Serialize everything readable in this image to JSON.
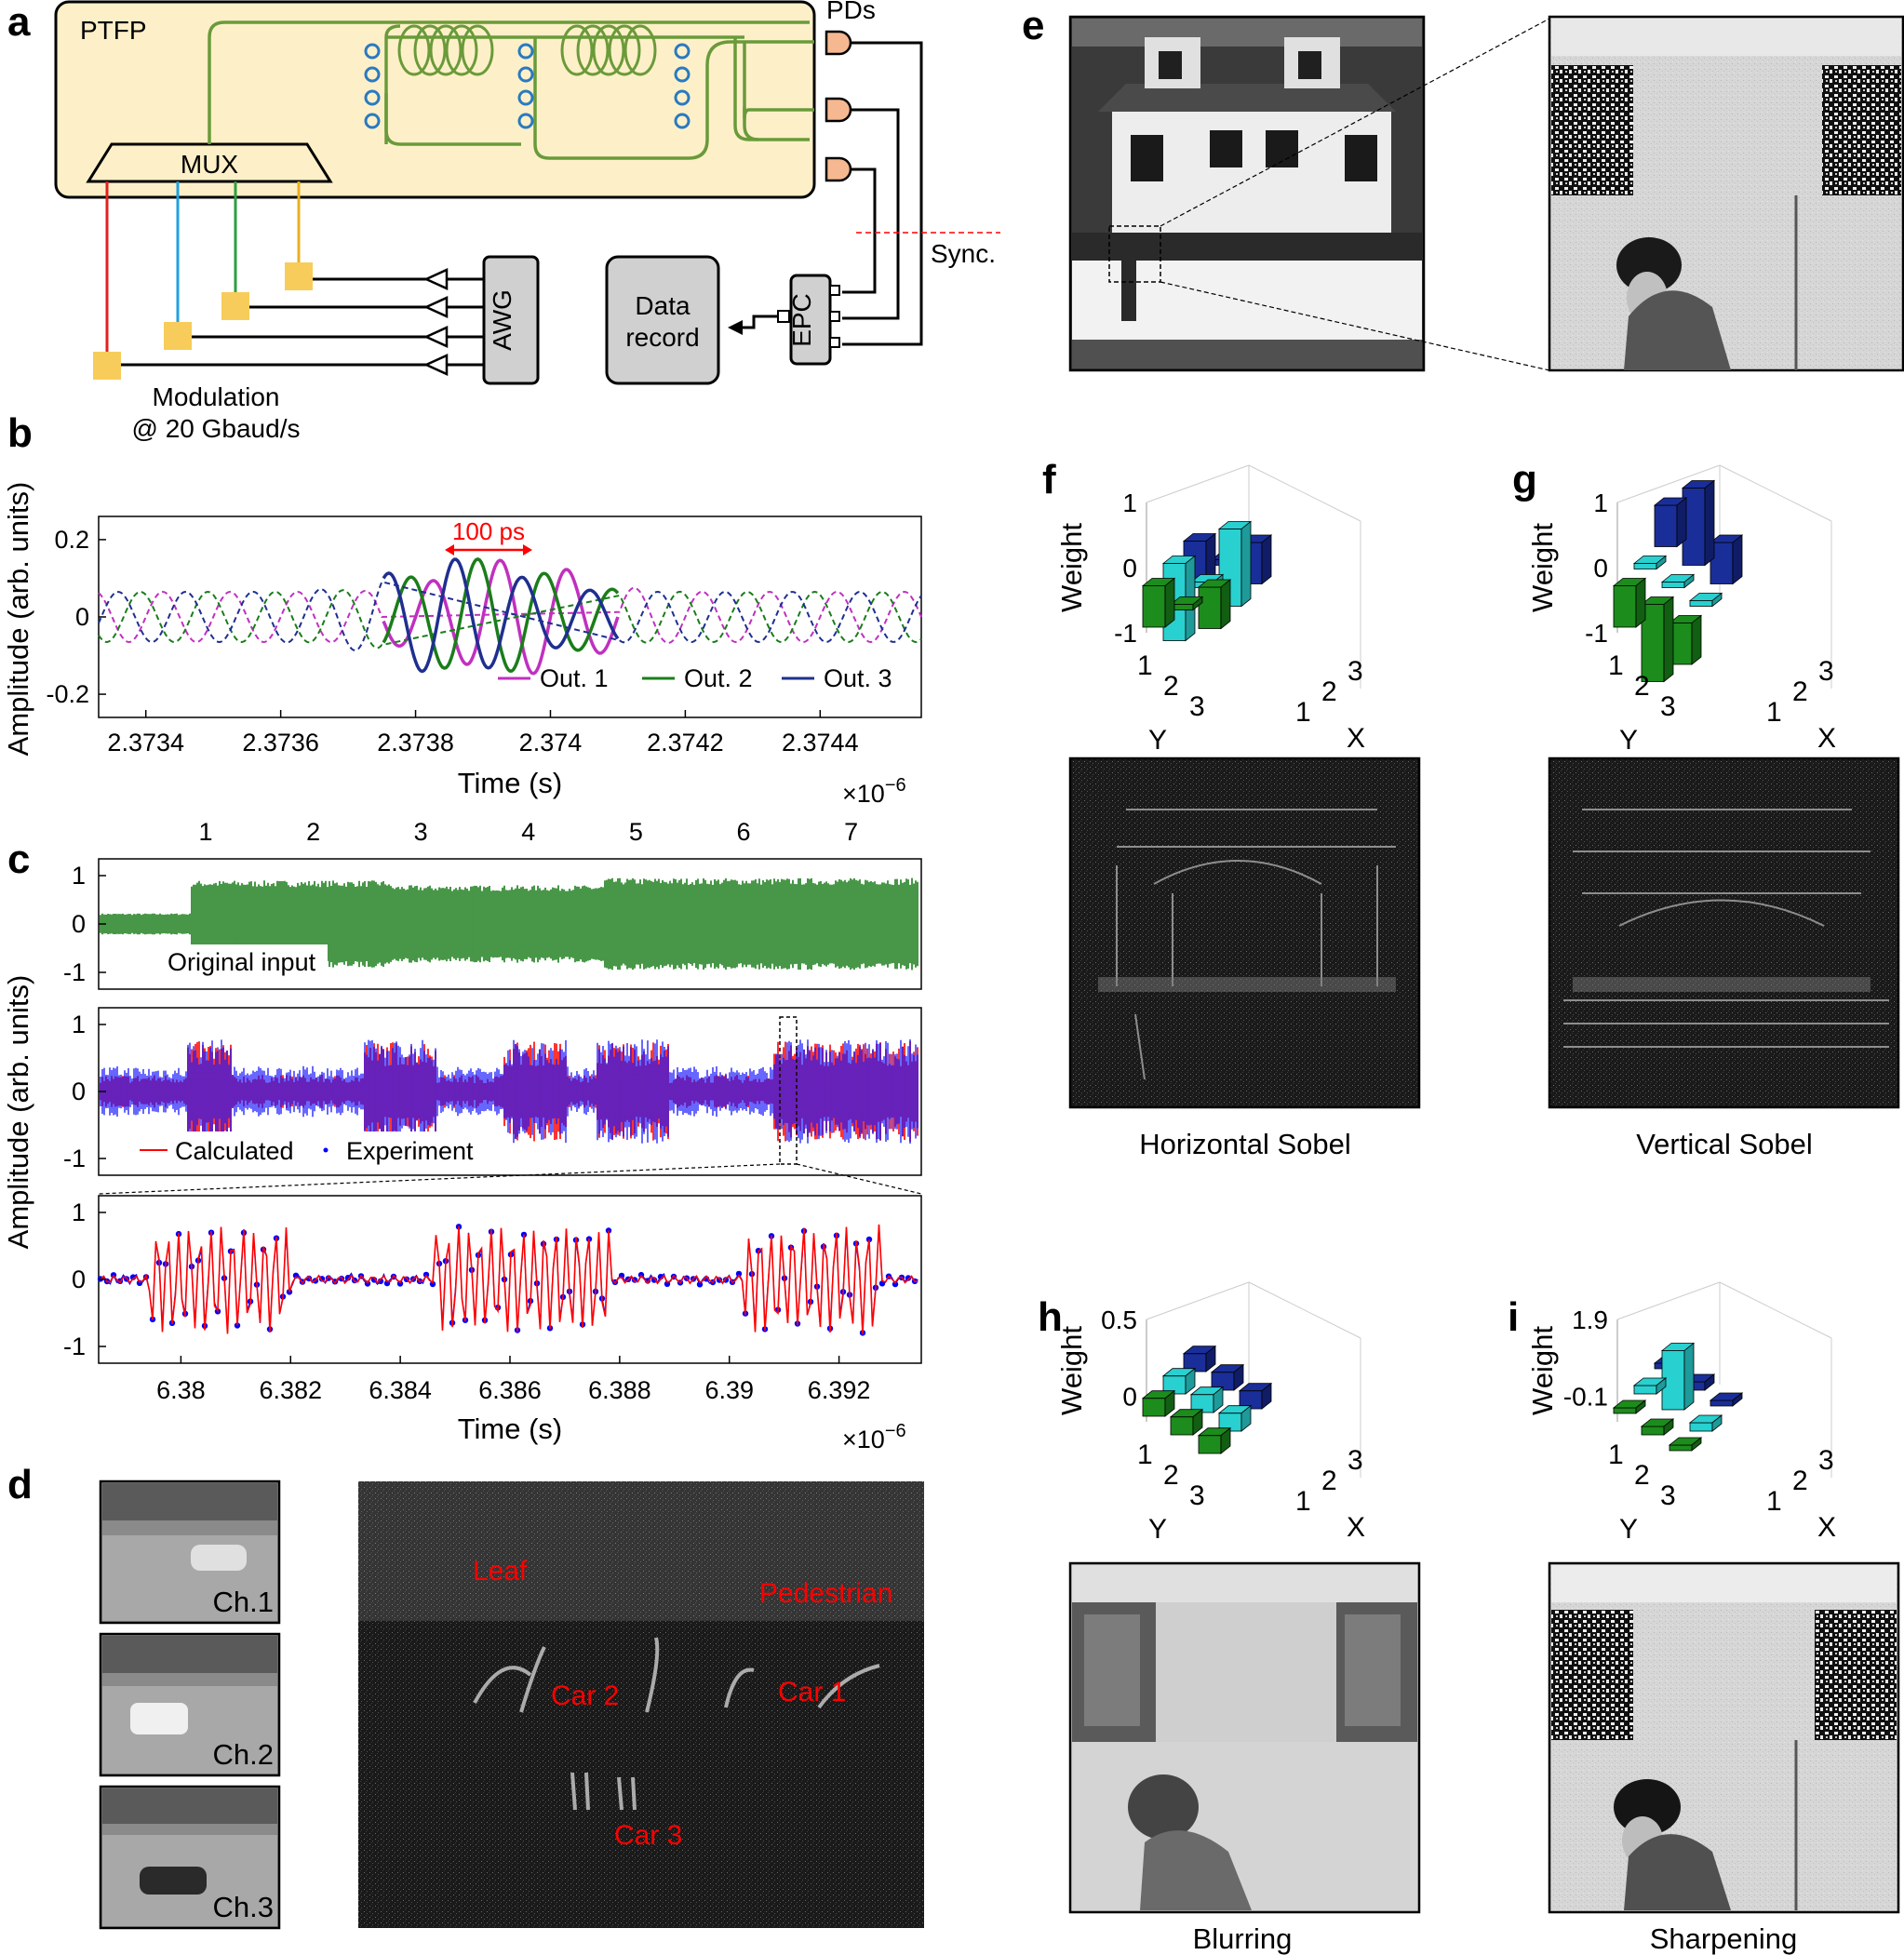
{
  "panel_labels": [
    "a",
    "b",
    "c",
    "d",
    "e",
    "f",
    "g",
    "h",
    "i"
  ],
  "colors": {
    "magenta": "#c030c0",
    "green": "#1a7d1a",
    "navy": "#1f2f8f",
    "red": "#ff0000",
    "blue": "#0000ff",
    "chip": "#fdf0c8",
    "cyan": "#29d0d0",
    "dark_blue": "#1a2e99",
    "bar_green": "#1c8c1c"
  },
  "schematic": {
    "chip_label": "PTFP",
    "mux_label": "MUX",
    "pds_label": "PDs",
    "awg_label": "AWG",
    "epc_label": "EPC",
    "data_record_line1": "Data",
    "data_record_line2": "record",
    "sync_label": "Sync.",
    "modulation_line1": "Modulation",
    "modulation_line2": "@ 20 Gbaud/s",
    "icons": [
      "ring-resonator-icon",
      "spiral-delay-icon",
      "photodetector-icon",
      "amplifier-triangle-icon",
      "modulator-square-icon"
    ]
  },
  "chart_b": {
    "type": "line",
    "ylabel": "Amplitude (arb. units)",
    "xlabel": "Time (s)",
    "exponent": "×10",
    "exponent_power": "−6",
    "annotation": "100 ps",
    "xlim": [
      2.37333,
      2.37455
    ],
    "ylim": [
      -0.26,
      0.26
    ],
    "xticks": [
      "2.3734",
      "2.3736",
      "2.3738",
      "2.374",
      "2.3742",
      "2.3744"
    ],
    "xtick_values": [
      2.3734,
      2.3736,
      2.3738,
      2.374,
      2.3742,
      2.3744
    ],
    "yticks": [
      "0.2",
      "0",
      "-0.2"
    ],
    "ytick_values": [
      0.2,
      0,
      -0.2
    ],
    "series": [
      {
        "name": "Out. 1",
        "pulse_center": 2.37395,
        "color": "#c030c0"
      },
      {
        "name": "Out. 2",
        "pulse_center": 2.3739,
        "color": "#1a7d1a"
      },
      {
        "name": "Out. 3",
        "pulse_center": 2.37385,
        "color": "#1f2f8f"
      }
    ],
    "legend": [
      "Out. 1",
      "Out. 2",
      "Out. 3"
    ]
  },
  "chart_c": {
    "ylabel": "Amplitude (arb. units)",
    "xlabel": "Time (s)",
    "exponent": "×10",
    "exponent_power": "−6",
    "top_ticks": [
      "1",
      "2",
      "3",
      "4",
      "5",
      "6",
      "7"
    ],
    "top_tick_values": [
      1,
      2,
      3,
      4,
      5,
      6,
      7
    ],
    "yticks": [
      "1",
      "0",
      "-1"
    ],
    "panel1_label": "Original input",
    "legend": [
      "Calculated",
      "Experiment"
    ],
    "zoom_xlim": [
      6.3785,
      6.3935
    ],
    "zoom_xticks": [
      "6.38",
      "6.382",
      "6.384",
      "6.386",
      "6.388",
      "6.39",
      "6.392"
    ],
    "zoom_xtick_values": [
      6.38,
      6.382,
      6.384,
      6.386,
      6.388,
      6.39,
      6.392
    ]
  },
  "panel_d": {
    "channels": [
      "Ch.1",
      "Ch.2",
      "Ch.3"
    ],
    "labels": [
      "Leaf",
      "Pedestrian",
      "Car 2",
      "Car 1",
      "Car 3"
    ]
  },
  "kernels": [
    {
      "id": "f",
      "yticks": [
        "1",
        "0",
        "-1"
      ],
      "zlabel": "Weight",
      "caption": "Horizontal Sobel",
      "ylabel": "Y",
      "xlabel": "X",
      "axis_ticks": [
        "1",
        "2",
        "3"
      ],
      "weights": [
        [
          -1,
          0,
          1
        ],
        [
          -2,
          0,
          2
        ],
        [
          -1,
          0,
          1
        ]
      ]
    },
    {
      "id": "g",
      "yticks": [
        "1",
        "0",
        "-1"
      ],
      "zlabel": "Weight",
      "caption": "Vertical Sobel",
      "ylabel": "Y",
      "xlabel": "X",
      "axis_ticks": [
        "1",
        "2",
        "3"
      ],
      "weights": [
        [
          1,
          2,
          1
        ],
        [
          0,
          0,
          0
        ],
        [
          -1,
          -2,
          -1
        ]
      ]
    },
    {
      "id": "h",
      "yticks": [
        "0.5",
        "0"
      ],
      "zlabel": "Weight",
      "caption": "Blurring",
      "ylabel": "Y",
      "xlabel": "X",
      "axis_ticks": [
        "1",
        "2",
        "3"
      ],
      "weights": [
        [
          0.11,
          0.11,
          0.11
        ],
        [
          0.11,
          0.11,
          0.11
        ],
        [
          0.11,
          0.11,
          0.11
        ]
      ]
    },
    {
      "id": "i",
      "yticks": [
        "1.9",
        "-0.1"
      ],
      "zlabel": "Weight",
      "caption": "Sharpening",
      "ylabel": "Y",
      "xlabel": "X",
      "axis_ticks": [
        "1",
        "2",
        "3"
      ],
      "weights": [
        [
          0,
          -0.1,
          0
        ],
        [
          -0.1,
          1.9,
          -0.1
        ],
        [
          0,
          -0.1,
          0
        ]
      ]
    }
  ]
}
